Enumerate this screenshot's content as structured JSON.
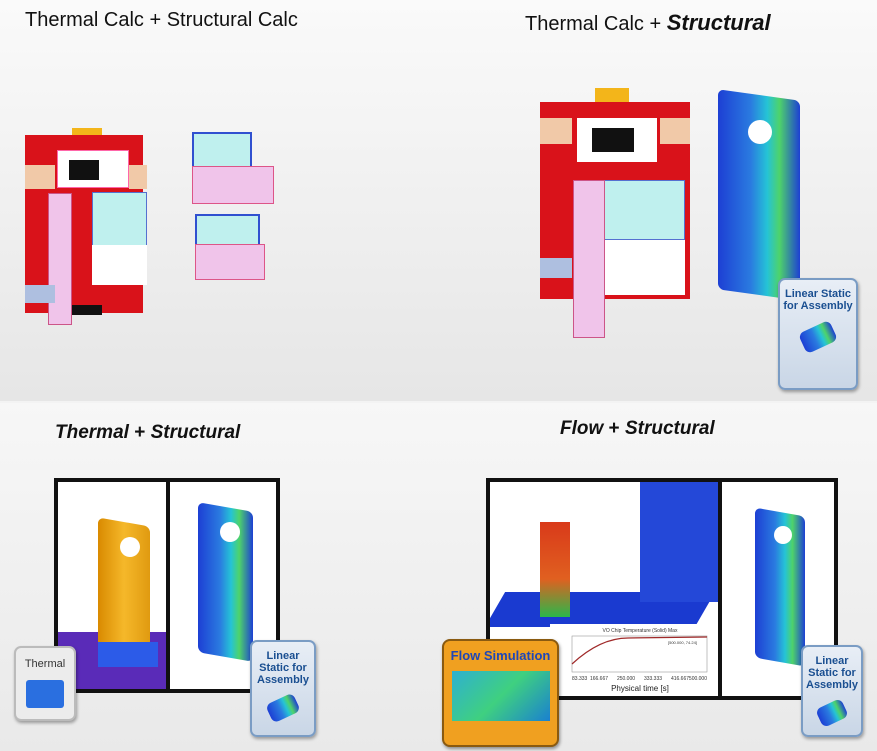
{
  "top_left": {
    "title": "Thermal Calc + Structural Calc"
  },
  "top_right": {
    "title_prefix": "Thermal Calc + ",
    "title_emphasis": "Structural",
    "badge": "Linear Static for Assembly"
  },
  "bottom_left": {
    "title_a": "Thermal",
    "title_plus": " + ",
    "title_b": "Structural",
    "badge_thermal": "Thermal",
    "badge_linear": "Linear Static for Assembly"
  },
  "bottom_right": {
    "title_a": "Flow",
    "title_plus": " + ",
    "title_b": "Structural",
    "badge_flow": "Flow Simulation",
    "badge_linear": "Linear Static for Assembly",
    "chart": {
      "title": "VO Chip Temperature (Solid) Max",
      "xlabel": "Physical time [s]",
      "ticks": [
        "83.333",
        "166.667",
        "250.000",
        "333.333",
        "416.667",
        "500.000"
      ],
      "annotation": "[500.000, 74.24]"
    }
  },
  "colors": {
    "red": "#d9121a",
    "pink": "#f0c4ea",
    "cyan": "#bff0ee",
    "badge_blue": "#1a4f91",
    "flow_orange": "#f0a020"
  }
}
